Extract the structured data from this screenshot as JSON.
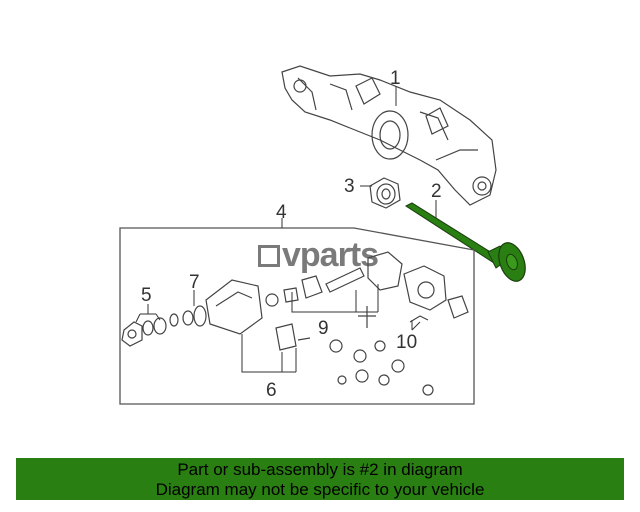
{
  "diagram": {
    "callouts": {
      "c1": "1",
      "c2": "2",
      "c3": "3",
      "c4": "4",
      "c5": "5",
      "c6": "6",
      "c7": "7",
      "c9": "9",
      "c10": "10"
    },
    "watermark": "vparts",
    "highlight_color": "#2a7f12"
  },
  "banner": {
    "line1": "Part or sub-assembly is #2 in diagram",
    "line2": "Diagram may not be specific to your vehicle",
    "background_color": "#2a7f12"
  }
}
